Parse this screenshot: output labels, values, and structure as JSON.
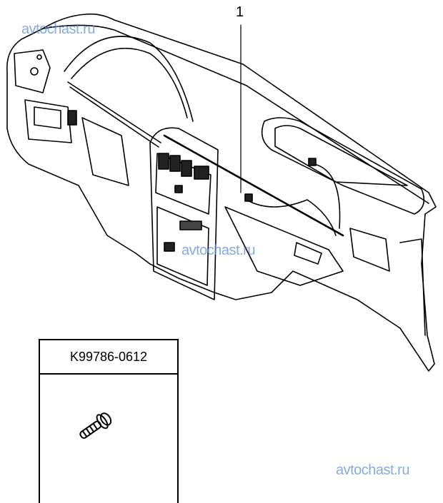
{
  "diagram": {
    "callout_label": "1",
    "part_number": "K99786-0612",
    "watermarks": [
      "avtochast.ru",
      "avtochast.ru",
      "avtochast.ru"
    ]
  }
}
